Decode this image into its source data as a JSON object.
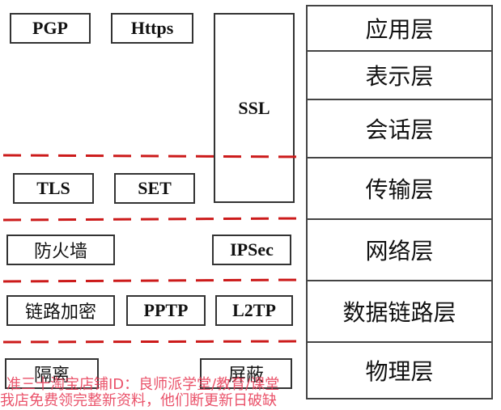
{
  "layers": [
    "应用层",
    "表示层",
    "会话层",
    "传输层",
    "网络层",
    "数据链路层",
    "物理层"
  ],
  "protocols": {
    "pgp": "PGP",
    "https": "Https",
    "ssl": "SSL",
    "tls": "TLS",
    "set": "SET",
    "firewall": "防火墙",
    "ipsec": "IPSec",
    "link_encryption": "链路加密",
    "pptp": "PPTP",
    "l2tp": "L2TP",
    "isolation": "隔离",
    "shielding": "屏蔽"
  },
  "watermark": {
    "line1": "准三十淘宝店铺ID：良师派学堂/教育/课堂",
    "line2": "我店免费领完整新资料，他们断更新日破缺"
  },
  "colors": {
    "divider": "#cc1a1a",
    "border": "#333333",
    "watermark": "#e8405a"
  }
}
